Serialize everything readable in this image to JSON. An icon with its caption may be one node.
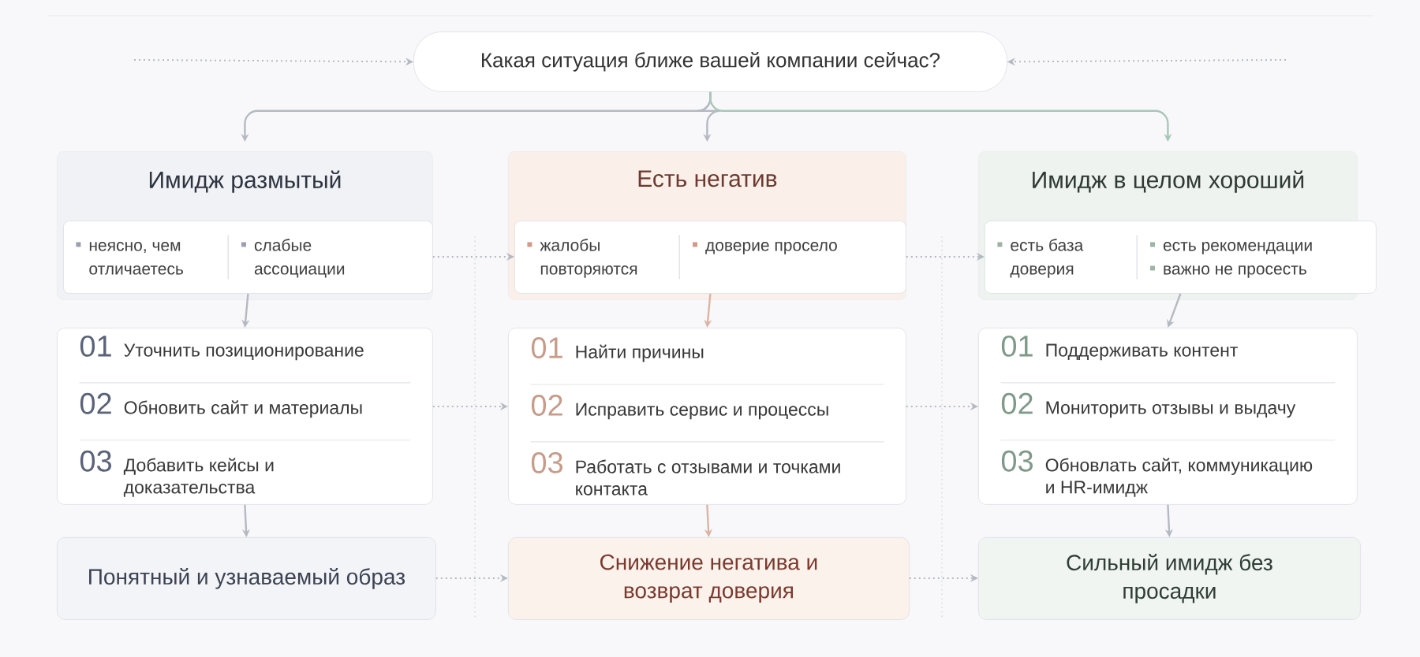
{
  "diagram": {
    "nodes": [
      {
        "text": [
          "Какая ситуация ближе вашей компании сейчас?"
        ]
      },
      {
        "text": [
          "Имидж размытый"
        ]
      },
      {
        "text": [
          "неясно, чем отличаетесь",
          "слабые ассоциации"
        ],
        "in": 1
      },
      {
        "text": [
          "01",
          "Уточнить позиционирование",
          "02",
          "Обновить сайт и материалы",
          "03",
          "Добавить кейсы и доказательства"
        ]
      },
      {
        "text": [
          "Понятный и узнаваемый образ"
        ]
      },
      {
        "text": [
          "Есть негатив"
        ]
      },
      {
        "text": [
          "жалобы повторяются",
          "доверие просело"
        ],
        "in": 5
      },
      {
        "text": [
          "01",
          "Найти причины",
          "02",
          "Исправить сервис и процессы",
          "03",
          "Работать с отзывами и точками контакта"
        ]
      },
      {
        "text": [
          "Снижение негатива и возврат доверия"
        ]
      },
      {
        "text": [
          "Имидж в целом хороший"
        ]
      },
      {
        "text": [
          "есть база доверия",
          "есть рекомендации",
          "важно не просесть"
        ],
        "in": 9
      },
      {
        "text": [
          "01",
          "Поддерживать контент",
          "02",
          "Мониторить отзывы и выдачу",
          "03",
          "Обновлать сайт, коммуникацию и HR-имидж"
        ]
      },
      {
        "text": [
          "Сильный имидж без просадки"
        ]
      }
    ],
    "edges": [
      {
        "from": 0,
        "to": 1,
        "arrow": "to"
      },
      {
        "from": 0,
        "to": 5,
        "arrow": "to"
      },
      {
        "from": 0,
        "to": 9,
        "arrow": "to",
        "color": "#a7c7b6"
      },
      {
        "from": null,
        "to": 0,
        "arrow": "to",
        "style": "dashed"
      },
      {
        "from": null,
        "to": 0,
        "arrow": "to",
        "style": "dashed"
      },
      {
        "from": 2,
        "to": 3,
        "arrow": "to"
      },
      {
        "from": 3,
        "to": 4,
        "arrow": "to"
      },
      {
        "from": 6,
        "to": 7,
        "arrow": "to",
        "color": "#dcb4a4"
      },
      {
        "from": 7,
        "to": 8,
        "arrow": "to",
        "color": "#dcb4a4"
      },
      {
        "from": 10,
        "to": 11,
        "arrow": "to"
      },
      {
        "from": 11,
        "to": 12,
        "arrow": "to"
      },
      {
        "from": 2,
        "to": 6,
        "arrow": "to",
        "style": "dashed"
      },
      {
        "from": 6,
        "to": 10,
        "arrow": "to",
        "style": "dashed"
      },
      {
        "from": 3,
        "to": 7,
        "arrow": "to",
        "style": "dashed"
      },
      {
        "from": 7,
        "to": 11,
        "arrow": "to",
        "style": "dashed"
      },
      {
        "from": 4,
        "to": 8,
        "arrow": "to",
        "style": "dashed"
      },
      {
        "from": 8,
        "to": 12,
        "arrow": "to",
        "style": "dashed"
      }
    ]
  }
}
